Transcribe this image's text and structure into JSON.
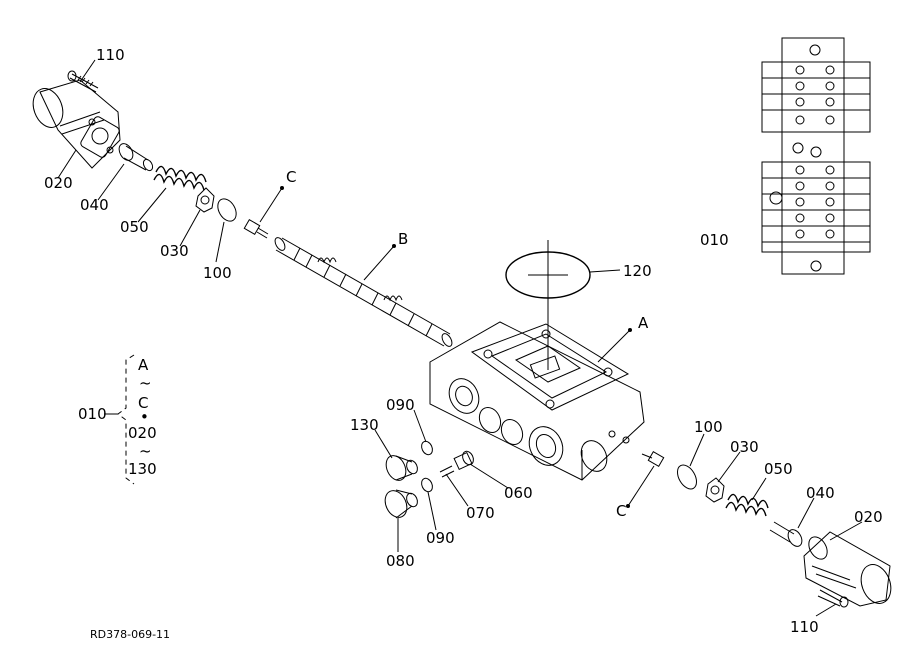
{
  "labels": {
    "l110_top": "110",
    "l020_left": "020",
    "l040_left": "040",
    "l050_left": "050",
    "l030_left": "030",
    "l100_left": "100",
    "lC_top": "C",
    "lB": "B",
    "l120": "120",
    "lA": "A",
    "l010_right": "010",
    "l090_top": "090",
    "l130": "130",
    "l060": "060",
    "l070": "070",
    "l090_bot": "090",
    "l080": "080",
    "lC_bot": "C",
    "l100_right": "100",
    "l030_right": "030",
    "l050_right": "050",
    "l040_right": "040",
    "l020_right": "020",
    "l110_bot": "110"
  },
  "bracket": {
    "code": "010",
    "line1": "A",
    "tilde1": "~",
    "line2": "C",
    "dot": "•",
    "line3": "020",
    "tilde2": "~",
    "line4": "130"
  },
  "footer": {
    "ref": "RD378-069-11"
  }
}
